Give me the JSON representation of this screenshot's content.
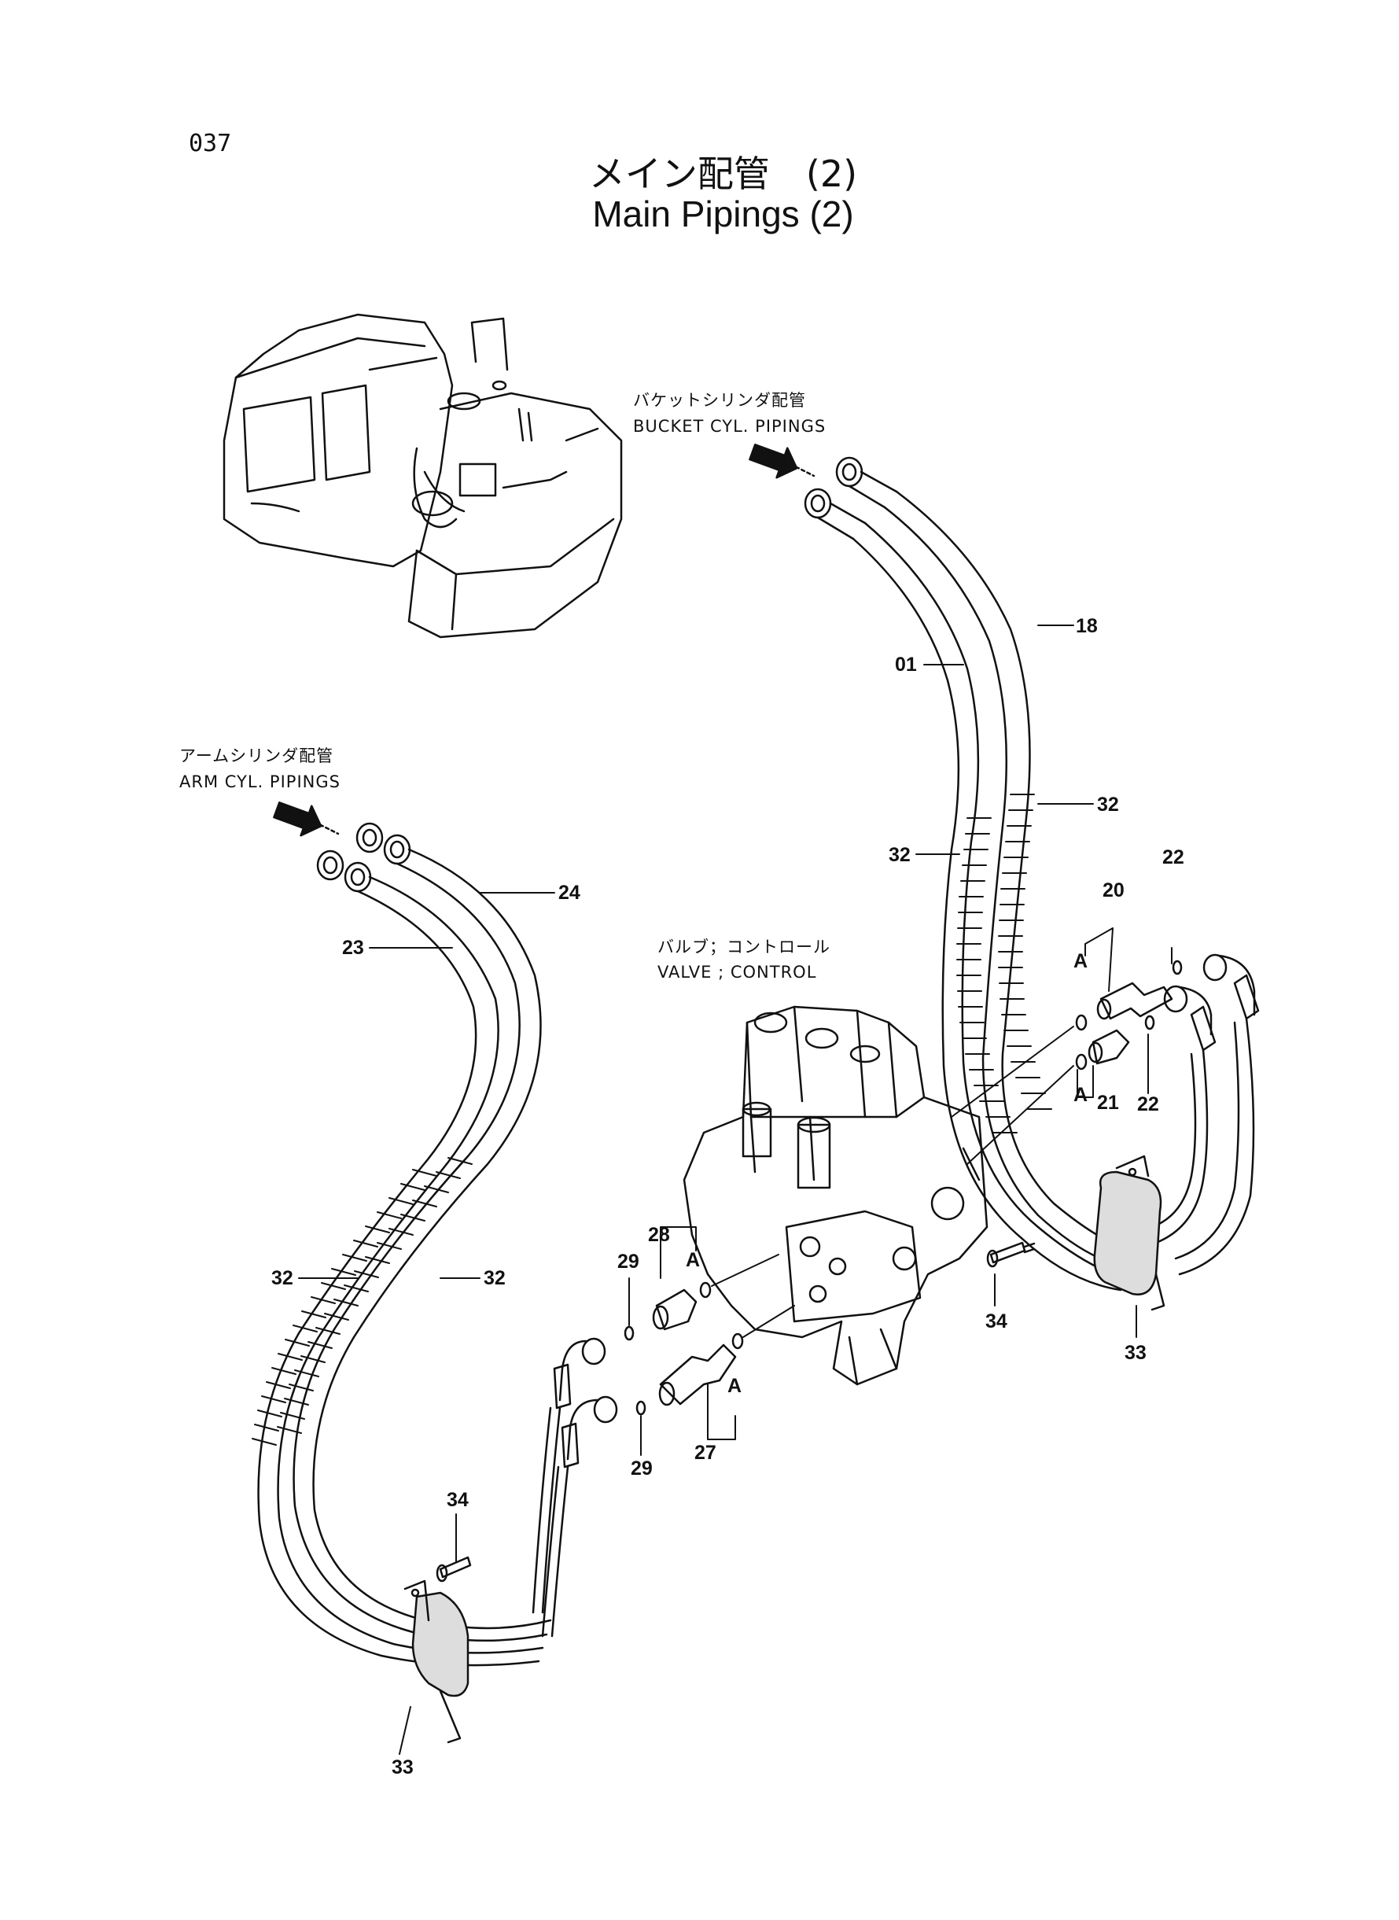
{
  "page_number": "037",
  "title_jp": "メイン配管　(2)",
  "title_en": "Main Pipings (2)",
  "labels": {
    "bucket_jp": "バケットシリンダ配管",
    "bucket_en": "BUCKET CYL. PIPINGS",
    "arm_jp": "アームシリンダ配管",
    "arm_en": "ARM CYL. PIPINGS",
    "valve_jp": "バルブ；コントロール",
    "valve_en": "VALVE ; CONTROL"
  },
  "callouts": {
    "c18": "18",
    "c01": "01",
    "c32a": "32",
    "c32b": "32",
    "c22a": "22",
    "c20": "20",
    "c24": "24",
    "c23": "23",
    "c21": "21",
    "c22b": "22",
    "c28": "28",
    "c29a": "29",
    "c32c": "32",
    "c32d": "32",
    "c34a": "34",
    "c33a": "33",
    "c27": "27",
    "c29b": "29",
    "c34b": "34",
    "c33b": "33",
    "cA1": "A",
    "cA2": "A",
    "cA3": "A",
    "cA4": "A"
  }
}
